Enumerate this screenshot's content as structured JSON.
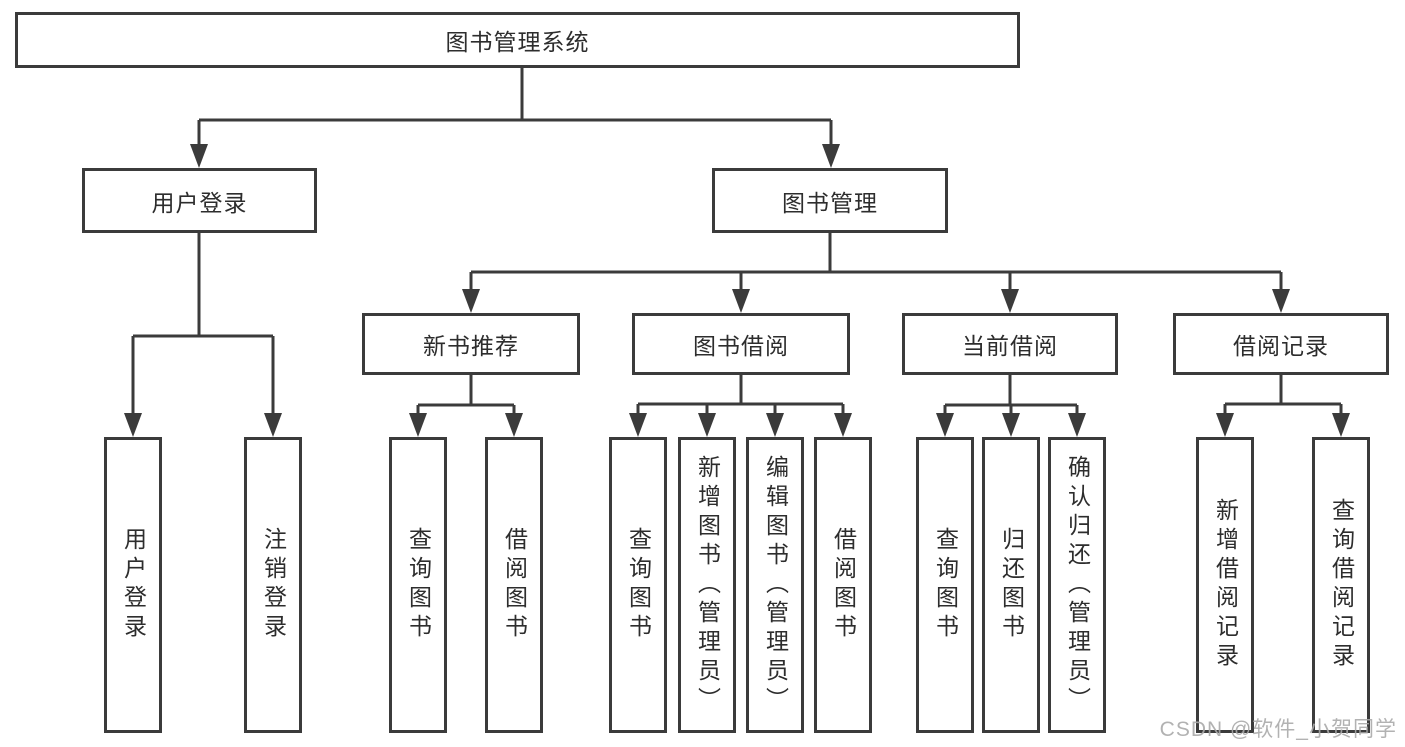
{
  "diagram": {
    "type": "tree",
    "root": {
      "label": "图书管理系统"
    },
    "level2": [
      {
        "label": "用户登录",
        "parent": "图书管理系统"
      },
      {
        "label": "图书管理",
        "parent": "图书管理系统"
      }
    ],
    "level3": [
      {
        "label": "新书推荐",
        "parent": "图书管理"
      },
      {
        "label": "图书借阅",
        "parent": "图书管理"
      },
      {
        "label": "当前借阅",
        "parent": "图书管理"
      },
      {
        "label": "借阅记录",
        "parent": "图书管理"
      }
    ],
    "leaves": [
      {
        "label": "用户登录",
        "parent": "用户登录"
      },
      {
        "label": "注销登录",
        "parent": "用户登录"
      },
      {
        "label": "查询图书",
        "parent": "新书推荐"
      },
      {
        "label": "借阅图书",
        "parent": "新书推荐"
      },
      {
        "label": "查询图书",
        "parent": "图书借阅"
      },
      {
        "label": "新增图书（管理员）",
        "parent": "图书借阅"
      },
      {
        "label": "编辑图书（管理员）",
        "parent": "图书借阅"
      },
      {
        "label": "借阅图书",
        "parent": "图书借阅"
      },
      {
        "label": "查询图书",
        "parent": "当前借阅"
      },
      {
        "label": "归还图书",
        "parent": "当前借阅"
      },
      {
        "label": "确认归还（管理员）",
        "parent": "当前借阅"
      },
      {
        "label": "新增借阅记录",
        "parent": "借阅记录"
      },
      {
        "label": "查询借阅记录",
        "parent": "借阅记录"
      }
    ],
    "colors": {
      "line": "#3b3b3b",
      "text": "#2d2d2d",
      "background": "#ffffff"
    }
  },
  "watermark": {
    "text": "CSDN @软件_小贺同学"
  }
}
